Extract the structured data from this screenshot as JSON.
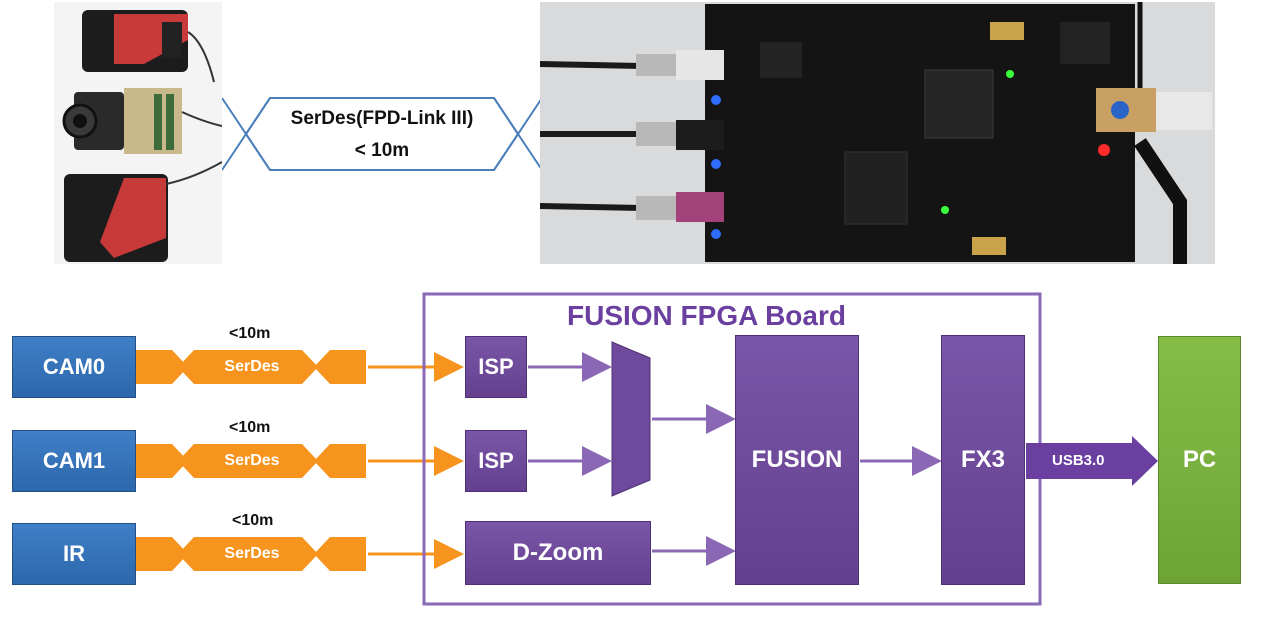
{
  "callout": {
    "line1": "SerDes(FPD-Link III)",
    "line2": "< 10m"
  },
  "cameras": [
    {
      "label": "CAM0",
      "distance": "<10m",
      "serdes": "SerDes"
    },
    {
      "label": "CAM1",
      "distance": "<10m",
      "serdes": "SerDes"
    },
    {
      "label": "IR",
      "distance": "<10m",
      "serdes": "SerDes"
    }
  ],
  "board": {
    "title": "FUSION FPGA Board",
    "isp0": "ISP",
    "isp1": "ISP",
    "dzoom": "D-Zoom",
    "fusion": "FUSION",
    "fx3": "FX3"
  },
  "link": {
    "usb": "USB3.0"
  },
  "pc": {
    "label": "PC"
  },
  "colors": {
    "camera_blue": "#3a78c2",
    "serdes_orange": "#f7941d",
    "board_purple": "#6b3fa0",
    "pc_green": "#7ab342",
    "callout_blue": "#4a7ebb"
  }
}
